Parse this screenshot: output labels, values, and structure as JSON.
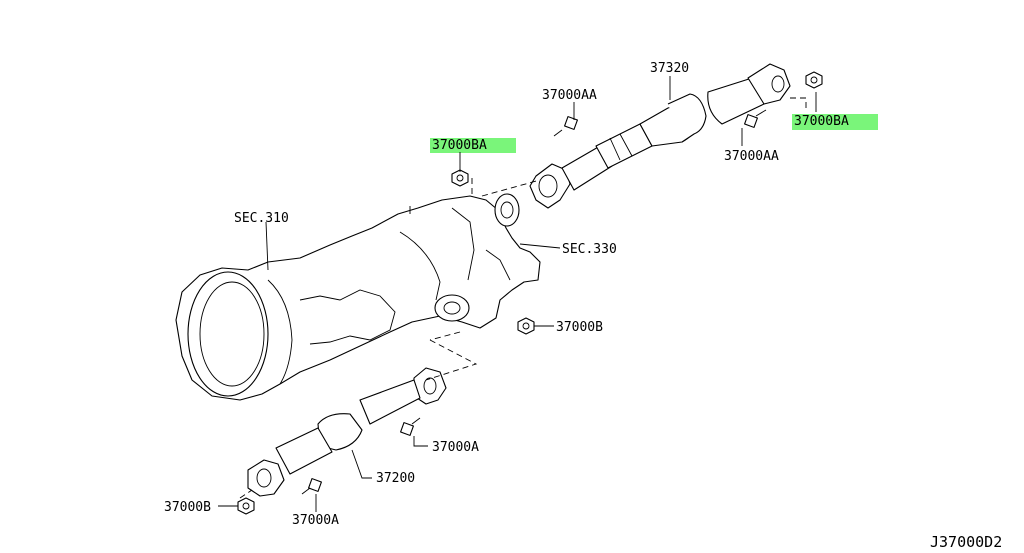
{
  "diagram": {
    "labels": {
      "sec310": "SEC.310",
      "sec330": "SEC.330",
      "p37320": "37320",
      "p37200": "37200",
      "p37000AA_top": "37000AA",
      "p37000AA_right": "37000AA",
      "p37000BA_left": "37000BA",
      "p37000BA_right": "37000BA",
      "p37000B_mid": "37000B",
      "p37000B_bottom": "37000B",
      "p37000A_mid": "37000A",
      "p37000A_bottom": "37000A",
      "diagram_code": "J37000D2"
    },
    "highlight_color": "#7af57a"
  }
}
